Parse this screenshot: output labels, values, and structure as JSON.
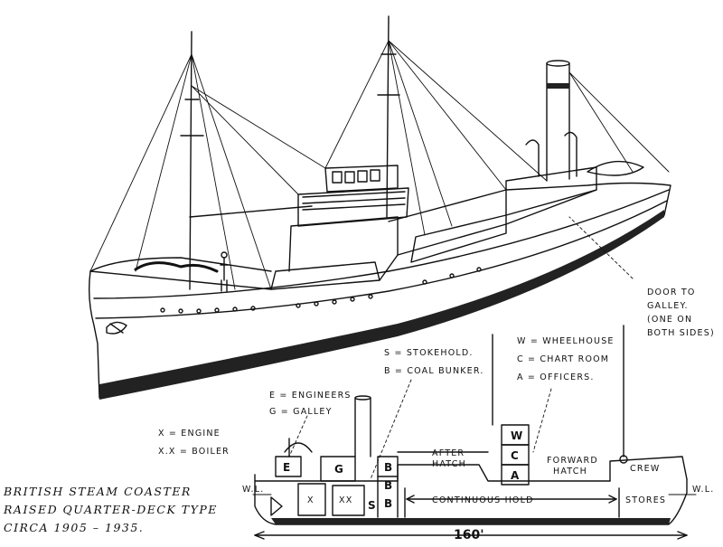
{
  "title": {
    "line1": "British Steam Coaster",
    "line2": "Raised Quarter-Deck Type",
    "line3": "Circa 1905 – 1935."
  },
  "callout": {
    "line1": "Door to",
    "line2": "Galley.",
    "line3": "(One on",
    "line4": "both sides)"
  },
  "legend_mid": {
    "s": "S = Stokehold.",
    "b": "B = Coal Bunker."
  },
  "legend_right": {
    "w": "W = Wheelhouse",
    "c": "C = Chart Room",
    "a": "A = Officers."
  },
  "legend_left": {
    "e": "E = Engineers",
    "g": "G = Galley"
  },
  "legend_engine": {
    "x": "X = Engine",
    "xx": "X.X = Boiler"
  },
  "plan": {
    "after_hatch_1": "After",
    "after_hatch_2": "Hatch",
    "forward_hatch_1": "Forward",
    "forward_hatch_2": "Hatch",
    "crew": "Crew",
    "continuous_hold": "Continuous Hold",
    "stores": "Stores",
    "wl_left": "W.L.",
    "wl_right": "W.L.",
    "length": "160'",
    "e": "E",
    "g": "G",
    "b1": "B",
    "b2": "B",
    "b3": "B",
    "w": "W",
    "c": "C",
    "a": "A",
    "x": "X",
    "xx": "XX",
    "s": "S"
  }
}
